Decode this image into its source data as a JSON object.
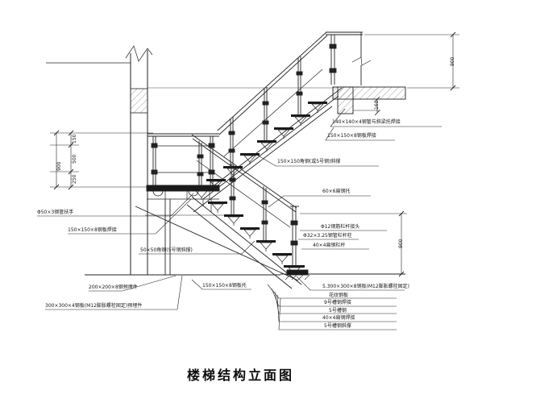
{
  "title": "楼梯结构立面图",
  "dimensions": {
    "left_overall": "900",
    "left_top": "150",
    "left_mid": "500",
    "left_bottom": "250",
    "top_right_height": "900",
    "beam_depth": "160",
    "rail_height": "900"
  },
  "labels": {
    "handrail_pipe": "Φ50×3钢管扶手",
    "plate_weld_left": "150×150×8钢板焊接",
    "angle_brace_left": "50×50角钢(5号钢斜撑)",
    "embed_plate_small": "200×200×8钢预埋件",
    "embed_plate_large": "300×300×4钢板(M12膨胀螺栓固定)预埋件",
    "plate_bracket": "150×150×8钢板托",
    "angle_brace_mid": "150×150角钢(或5号钢)斜撑",
    "flat_bracket": "60×6扁钢托",
    "tube_weld": "140×140×4钢管与斜梁托焊接",
    "plate_weld_right": "150×150×8钢板焊接",
    "rail_joint": "Φ12钢筋栏杆接头",
    "rail_post": "Φ32×3.25钢管栏杆柱",
    "flat_rail": "40×4扁钢栏杆",
    "base_plate": "5.300×300×8钢板(M12膨胀螺栓固定)"
  },
  "notes_table": [
    "花纹钢板",
    "9号槽钢焊接",
    "5号槽钢",
    "40×4扁钢焊接",
    "5号槽钢斜撑"
  ]
}
